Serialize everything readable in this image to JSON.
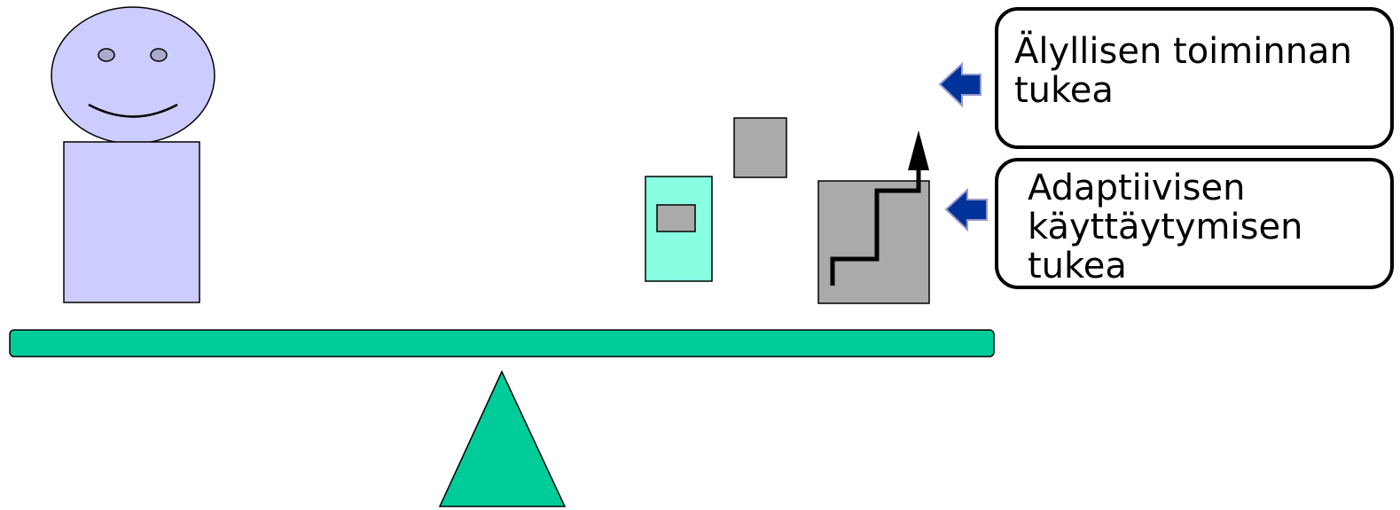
{
  "labels": {
    "intellectual_support": [
      "Älyllisen toiminnan",
      "tukea"
    ],
    "adaptive_support": [
      "Adaptiivisen",
      "käyttäytymisen",
      "tukea"
    ]
  },
  "colors": {
    "figure": "#ccccff",
    "beam": "#00cc99",
    "fulcrum": "#00cc99",
    "device": "#88ffe0",
    "box": "#aaaaaa",
    "arrow": "#003399"
  }
}
